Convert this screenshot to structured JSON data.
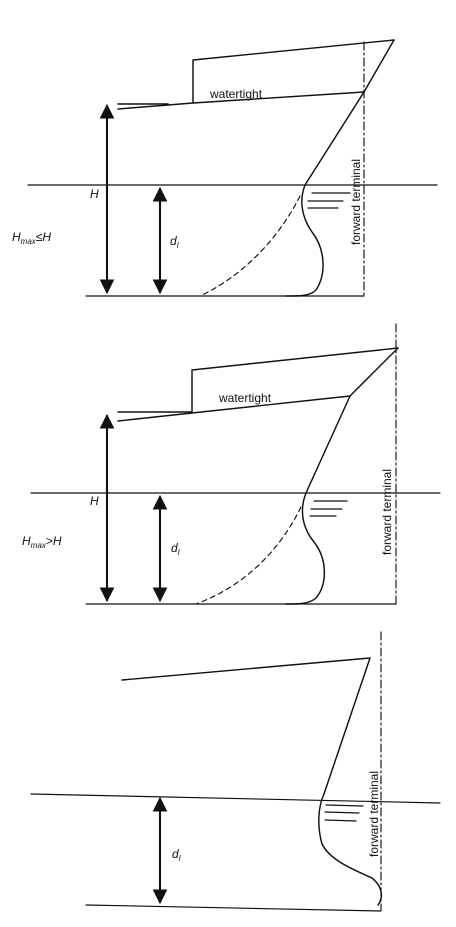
{
  "labels": {
    "watertight": "watertight",
    "forward_terminal": "forward terminal",
    "h": "H",
    "h_max": "H",
    "h_max_sub": "max",
    "rel_le": "≤",
    "rel_gt": ">",
    "d": "d",
    "d_sub": "l"
  },
  "colors": {
    "ink": "#111111",
    "background": "#ffffff"
  }
}
